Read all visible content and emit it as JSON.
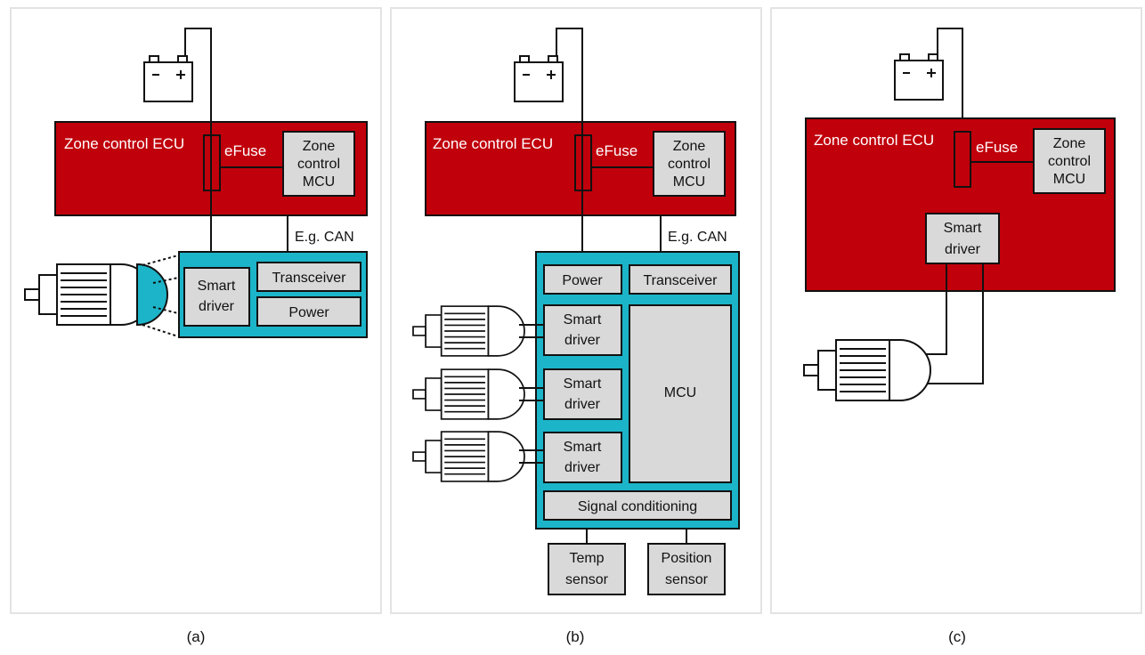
{
  "panels": [
    {
      "caption": "(a)",
      "ecu_label": "Zone control ECU",
      "efuse_label": "eFuse",
      "mcu_lines": [
        "Zone",
        "control",
        "MCU"
      ],
      "can_label": "E.g. CAN",
      "driver_lines": [
        "Smart",
        "driver"
      ],
      "transceiver_label": "Transceiver",
      "power_label": "Power"
    },
    {
      "caption": "(b)",
      "ecu_label": "Zone control ECU",
      "efuse_label": "eFuse",
      "mcu_lines": [
        "Zone",
        "control",
        "MCU"
      ],
      "can_label": "E.g. CAN",
      "power_label": "Power",
      "transceiver_label": "Transceiver",
      "driver_lines": [
        "Smart",
        "driver"
      ],
      "module_mcu_label": "MCU",
      "signal_label": "Signal conditioning",
      "temp_lines": [
        "Temp",
        "sensor"
      ],
      "position_lines": [
        "Position",
        "sensor"
      ]
    },
    {
      "caption": "(c)",
      "ecu_label": "Zone control ECU",
      "efuse_label": "eFuse",
      "mcu_lines": [
        "Zone",
        "control",
        "MCU"
      ],
      "driver_lines": [
        "Smart",
        "driver"
      ]
    }
  ],
  "colors": {
    "ecu_red": "#c0000b",
    "module_teal": "#1cb4c8",
    "box_gray": "#d9d9d9",
    "line": "#111111"
  }
}
